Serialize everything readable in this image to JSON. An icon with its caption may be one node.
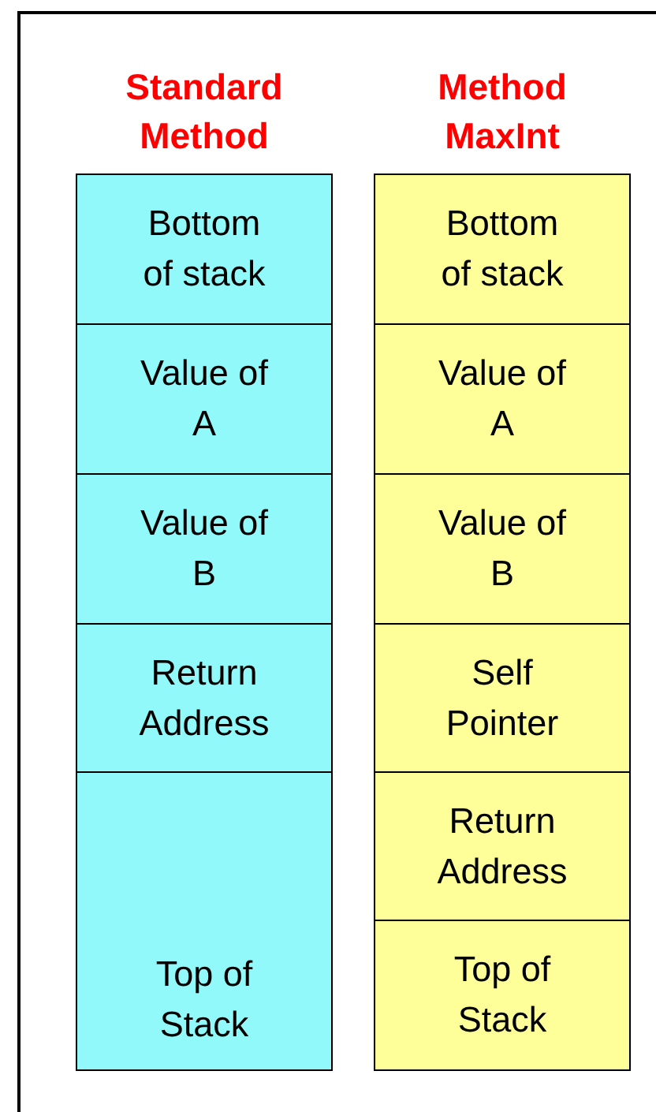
{
  "diagram": {
    "nodes": [
      {
        "text": [
          "Standard Method"
        ]
      },
      {
        "text": [
          "Bottom of stack"
        ],
        "in": 0
      },
      {
        "text": [
          "Value of A"
        ],
        "in": 0
      },
      {
        "text": [
          "Value of B"
        ],
        "in": 0
      },
      {
        "text": [
          "Return Address"
        ],
        "in": 0
      },
      {
        "text": [
          "Top of Stack"
        ],
        "in": 0
      },
      {
        "text": [
          "Method MaxInt"
        ]
      },
      {
        "text": [
          "Bottom of stack"
        ],
        "in": 6
      },
      {
        "text": [
          "Value of A"
        ],
        "in": 6
      },
      {
        "text": [
          "Value of B"
        ],
        "in": 6
      },
      {
        "text": [
          "Self Pointer"
        ],
        "in": 6
      },
      {
        "text": [
          "Return Address"
        ],
        "in": 6
      },
      {
        "text": [
          "Top of Stack"
        ],
        "in": 6
      }
    ]
  }
}
